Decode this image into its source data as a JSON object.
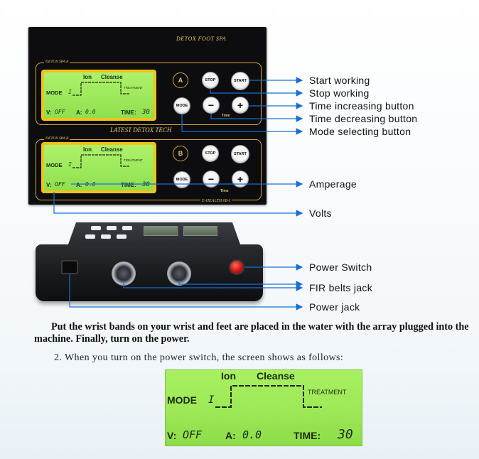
{
  "panel": {
    "title": "DETOX FOOT SPA",
    "section_a_label": "DETOX SPA A",
    "section_b_label": "DETOX SPA B",
    "middle_label": "LATEST DETOX TECH",
    "model_label": "E-HEALTH 08-I"
  },
  "lcd": {
    "line1_ion": "Ion",
    "line1_cleanse": "Cleanse",
    "mode_label": "MODE",
    "mode_value": "I",
    "treatment": "TREATMENT",
    "v_label": "V:",
    "v_value": "OFF",
    "a_label": "A:",
    "a_value": "0.0",
    "time_label": "TIME:",
    "time_value": "30"
  },
  "buttons": {
    "a": "A",
    "b": "B",
    "stop": "STOP",
    "start": "START",
    "mode": "MODE",
    "minus": "−",
    "plus": "+",
    "time": "Time"
  },
  "callouts": {
    "start_working": "Start working",
    "stop_working": "Stop working",
    "time_increasing": "Time increasing button",
    "time_decreasing": "Time decreasing button",
    "mode_selecting": "Mode selecting button",
    "amperage": "Amperage",
    "volts": "Volts",
    "power_switch": "Power Switch",
    "fir_belts_jack": "FIR belts jack",
    "power_jack": "Power jack"
  },
  "text": {
    "paragraph1": "Put the wrist bands on your wrist and feet are placed in the water with the array plugged into the machine. Finally, turn on the power.",
    "paragraph2": "2. When you turn on the power switch, the screen shows as follows:"
  },
  "colors": {
    "panel_bg": "#0d0d0f",
    "gold": "#d9aa3a",
    "lcd_green": "#9ee957",
    "lcd_frame": "#f2c21b",
    "arrow_blue": "#1a6fd0"
  }
}
